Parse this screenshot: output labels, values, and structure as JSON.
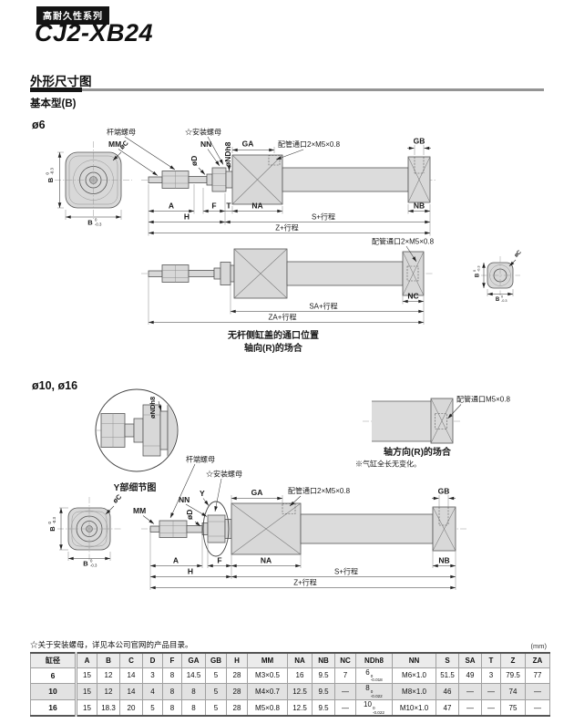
{
  "header": {
    "series_tag": "高耐久性系列",
    "model": "CJ2-XB24"
  },
  "section": {
    "title": "外形尺寸图",
    "basic_type": "基本型(B)",
    "bore_small": "ø6",
    "bore_large": "ø10, ø16"
  },
  "labels": {
    "rod_end_nut": "杆端螺母",
    "mounting_nut": "☆安装螺母",
    "piping_port_double": "配管通口2×M5×0.8",
    "piping_port_single": "配管通口M5×0.8",
    "MM": "MM",
    "NN": "NN",
    "GA": "GA",
    "GB": "GB",
    "NA": "NA",
    "NB": "NB",
    "NC": "NC",
    "A": "A",
    "B": "B",
    "F": "F",
    "T": "T",
    "H": "H",
    "Y": "Y",
    "oD": "øD",
    "oNDh8": "øNDh8",
    "oC": "øC",
    "tol_top": "0",
    "tol_bot": "-0.3",
    "S_stroke": "S+行程",
    "Z_stroke": "Z+行程",
    "SA_stroke": "SA+行程",
    "ZA_stroke": "ZA+行程",
    "caption_rodless_1": "无杆侧缸盖的通口位置",
    "caption_rodless_2": "轴向(R)的场合",
    "y_detail": "Y部细节图",
    "caption_axial": "轴方向(R)的场合",
    "note_axial": "※气缸全长无变化。"
  },
  "table": {
    "note": "☆关于安装螺母，详见本公司官网的产品目录。",
    "unit": "(mm)",
    "headers": [
      "缸径",
      "A",
      "B",
      "C",
      "D",
      "F",
      "GA",
      "GB",
      "H",
      "MM",
      "NA",
      "NB",
      "NC",
      "NDh8",
      "NN",
      "S",
      "SA",
      "T",
      "Z",
      "ZA"
    ],
    "rows": [
      {
        "bore": "6",
        "A": "15",
        "B": "12",
        "C": "14",
        "D": "3",
        "F": "8",
        "GA": "14.5",
        "GB": "5",
        "H": "28",
        "MM": "M3×0.5",
        "NA": "16",
        "NB": "9.5",
        "NC": "7",
        "ND": "6",
        "ND_tol_top": "0",
        "ND_tol_bot": "-0.018",
        "NN": "M6×1.0",
        "S": "51.5",
        "SA": "49",
        "T": "3",
        "Z": "79.5",
        "ZA": "77"
      },
      {
        "bore": "10",
        "A": "15",
        "B": "12",
        "C": "14",
        "D": "4",
        "F": "8",
        "GA": "8",
        "GB": "5",
        "H": "28",
        "MM": "M4×0.7",
        "NA": "12.5",
        "NB": "9.5",
        "NC": "—",
        "ND": "8",
        "ND_tol_top": "0",
        "ND_tol_bot": "-0.022",
        "NN": "M8×1.0",
        "S": "46",
        "SA": "—",
        "T": "—",
        "Z": "74",
        "ZA": "—"
      },
      {
        "bore": "16",
        "A": "15",
        "B": "18.3",
        "C": "20",
        "D": "5",
        "F": "8",
        "GA": "8",
        "GB": "5",
        "H": "28",
        "MM": "M5×0.8",
        "NA": "12.5",
        "NB": "9.5",
        "NC": "—",
        "ND": "10",
        "ND_tol_top": "0",
        "ND_tol_bot": "-0.022",
        "NN": "M10×1.0",
        "S": "47",
        "SA": "—",
        "T": "—",
        "Z": "75",
        "ZA": "—"
      }
    ]
  }
}
